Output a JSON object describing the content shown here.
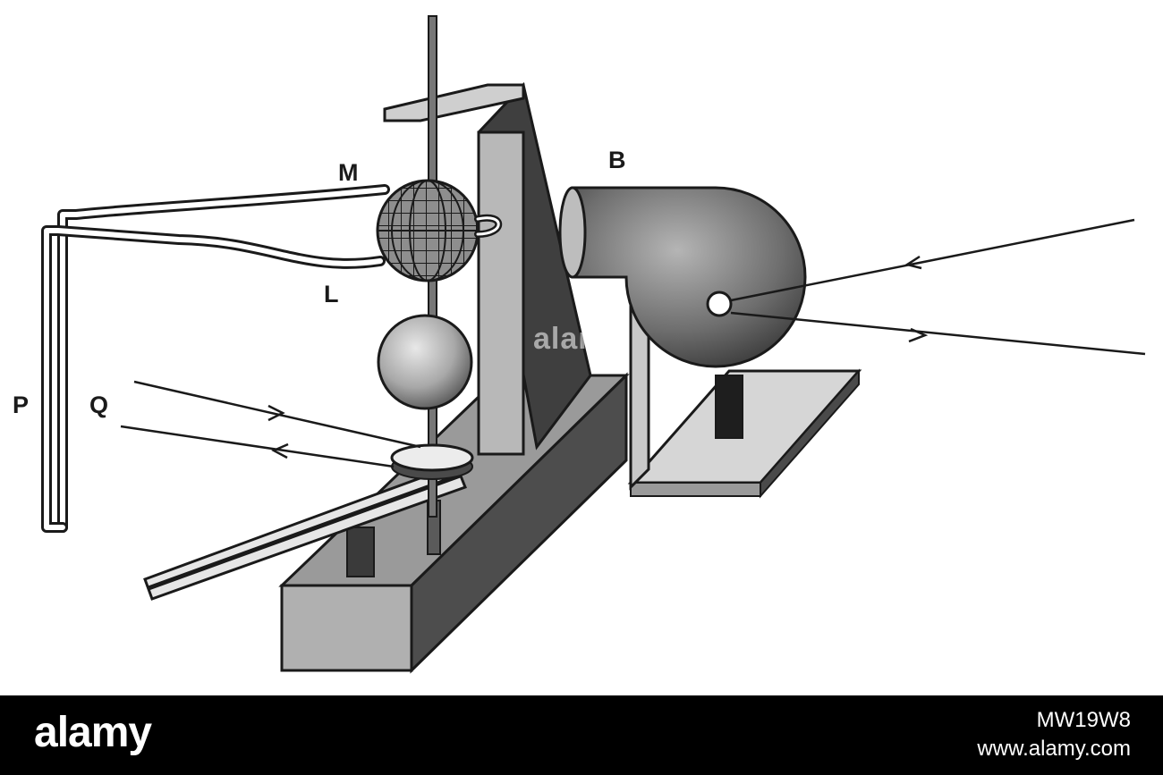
{
  "labels": {
    "b": "B",
    "m": "M",
    "l": "L",
    "p": "P",
    "q": "Q"
  },
  "watermark": "alamy",
  "footer": {
    "logo": "alamy",
    "image_id": "MW19W8",
    "url": "www.alamy.com"
  },
  "colors": {
    "ink": "#1a1a1a",
    "dark_fill": "#4a4a4a",
    "mid_fill": "#8a8a8a",
    "light_fill": "#c4c4c4",
    "footer_bg": "#000000",
    "footer_text": "#ffffff"
  }
}
